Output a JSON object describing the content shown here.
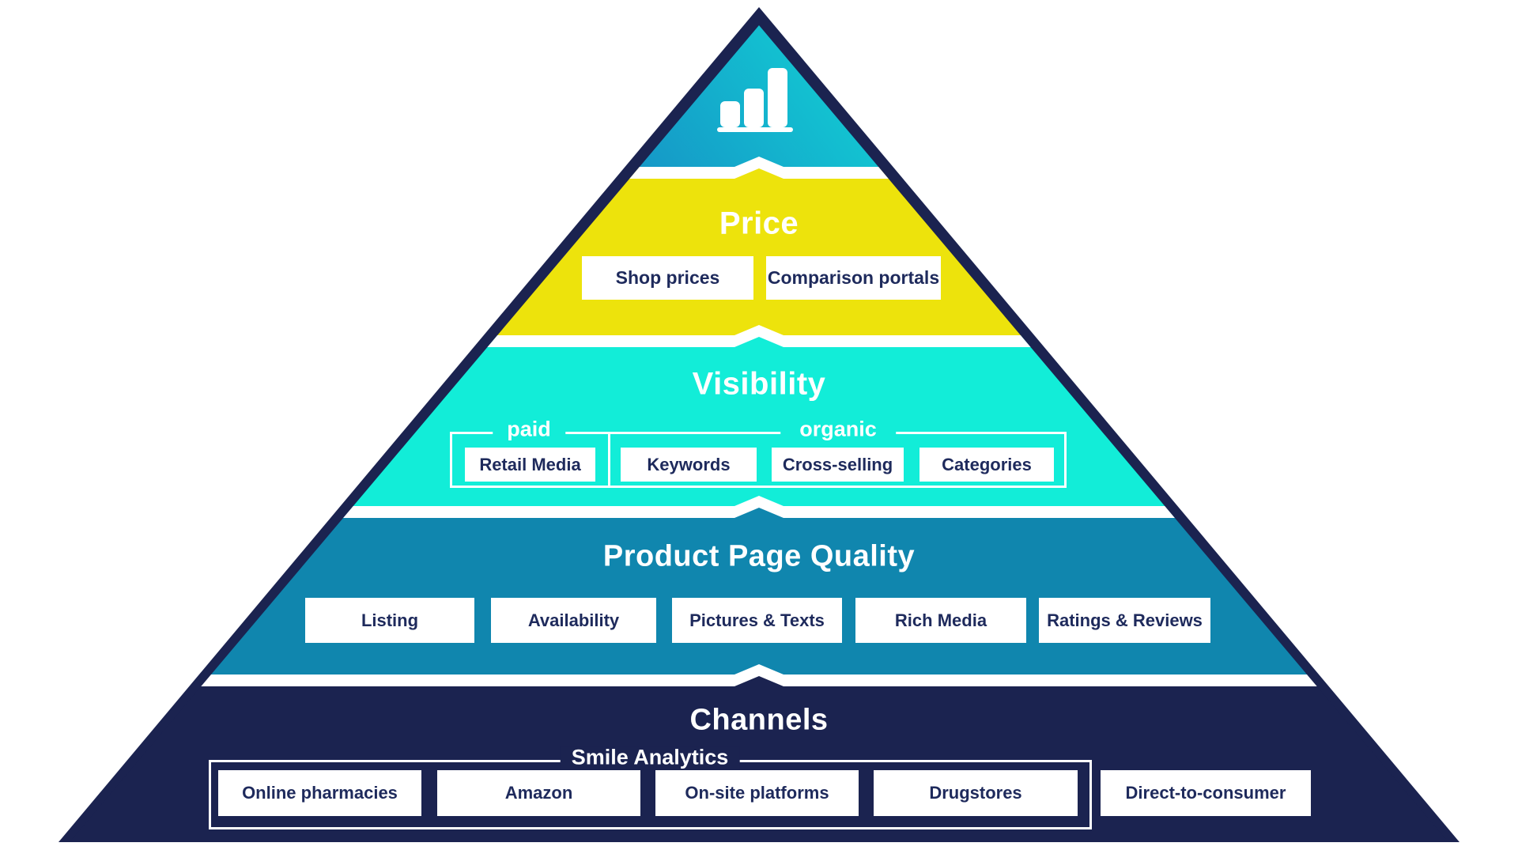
{
  "pyramid": {
    "layers": {
      "top": {
        "icon": "bar-chart-icon"
      },
      "price": {
        "title": "Price",
        "items": [
          {
            "label": "Shop prices"
          },
          {
            "label": "Comparison portals"
          }
        ]
      },
      "visibility": {
        "title": "Visibility",
        "groups": [
          {
            "label": "paid",
            "items": [
              {
                "label": "Retail Media"
              }
            ]
          },
          {
            "label": "organic",
            "items": [
              {
                "label": "Keywords"
              },
              {
                "label": "Cross-selling"
              },
              {
                "label": "Categories"
              }
            ]
          }
        ]
      },
      "product_page_quality": {
        "title": "Product Page Quality",
        "items": [
          {
            "label": "Listing"
          },
          {
            "label": "Availability"
          },
          {
            "label": "Pictures & Texts"
          },
          {
            "label": "Rich Media"
          },
          {
            "label": "Ratings & Reviews"
          }
        ]
      },
      "channels": {
        "title": "Channels",
        "group_label": "Smile Analytics",
        "grouped_items": [
          {
            "label": "Online pharmacies"
          },
          {
            "label": "Amazon"
          },
          {
            "label": "On-site platforms"
          },
          {
            "label": "Drugstores"
          }
        ],
        "ungrouped_items": [
          {
            "label": "Direct-to-consumer"
          }
        ]
      }
    },
    "colors": {
      "gradient_top": "#12CAD3",
      "gradient_bottom": "#1690C5",
      "price_yellow": "#EDE30C",
      "visibility_turquoise": "#12EDD8",
      "product_page_quality_blue": "#1086AE",
      "channels_navy": "#1B2350",
      "separator_white": "#FFFFFF",
      "button_text_navy": "#1E2A5C"
    }
  }
}
